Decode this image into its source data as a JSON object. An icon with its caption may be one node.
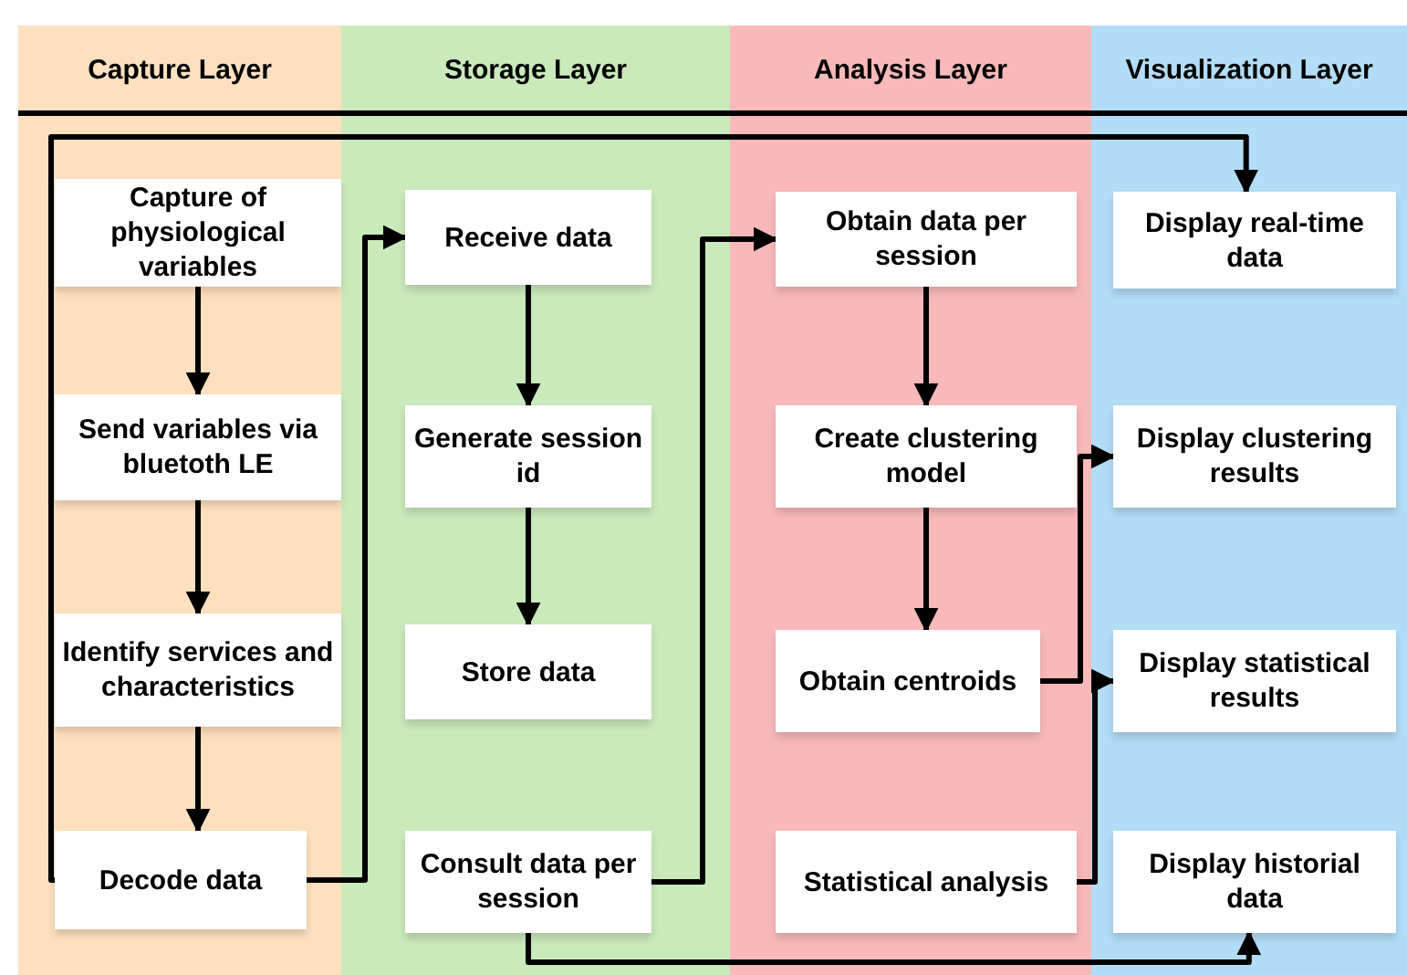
{
  "diagram": {
    "nodes": [
      {
        "text": [
          "Capture Layer"
        ]
      },
      {
        "text": [
          "Capture of physiological variables"
        ],
        "in": 0
      },
      {
        "text": [
          "Send variables via bluetoth LE"
        ],
        "in": 0
      },
      {
        "text": [
          "Identify services and characteristics"
        ],
        "in": 0
      },
      {
        "text": [
          "Decode data"
        ],
        "in": 0
      },
      {
        "text": [
          "Storage Layer"
        ]
      },
      {
        "text": [
          "Receive data"
        ],
        "in": 5
      },
      {
        "text": [
          "Generate session id"
        ],
        "in": 5
      },
      {
        "text": [
          "Store data"
        ],
        "in": 5
      },
      {
        "text": [
          "Consult data per session"
        ],
        "in": 5
      },
      {
        "text": [
          "Analysis Layer"
        ]
      },
      {
        "text": [
          "Obtain data per session"
        ],
        "in": 10
      },
      {
        "text": [
          "Create clustering model"
        ],
        "in": 10
      },
      {
        "text": [
          "Obtain centroids"
        ],
        "in": 10
      },
      {
        "text": [
          "Statistical analysis"
        ],
        "in": 10
      },
      {
        "text": [
          "Visualization Layer"
        ]
      },
      {
        "text": [
          "Display real-time data"
        ],
        "in": 15
      },
      {
        "text": [
          "Display clustering results"
        ],
        "in": 15
      },
      {
        "text": [
          "Display statistical results"
        ],
        "in": 15
      },
      {
        "text": [
          "Display historial data"
        ],
        "in": 15
      }
    ],
    "edges": [
      {
        "from": 1,
        "to": 2,
        "arrow": "to"
      },
      {
        "from": 2,
        "to": 3,
        "arrow": "to"
      },
      {
        "from": 3,
        "to": 4,
        "arrow": "to"
      },
      {
        "from": 4,
        "to": 6,
        "arrow": "to"
      },
      {
        "from": 6,
        "to": 7,
        "arrow": "to"
      },
      {
        "from": 7,
        "to": 8,
        "arrow": "to"
      },
      {
        "from": 9,
        "to": 11,
        "arrow": "to"
      },
      {
        "from": 11,
        "to": 12,
        "arrow": "to"
      },
      {
        "from": 12,
        "to": 13,
        "arrow": "to"
      },
      {
        "from": 13,
        "to": 17,
        "arrow": "to"
      },
      {
        "from": 14,
        "to": 18,
        "arrow": "to"
      },
      {
        "from": 4,
        "to": 16,
        "arrow": "to"
      },
      {
        "from": 9,
        "to": 19,
        "arrow": "to"
      }
    ]
  }
}
